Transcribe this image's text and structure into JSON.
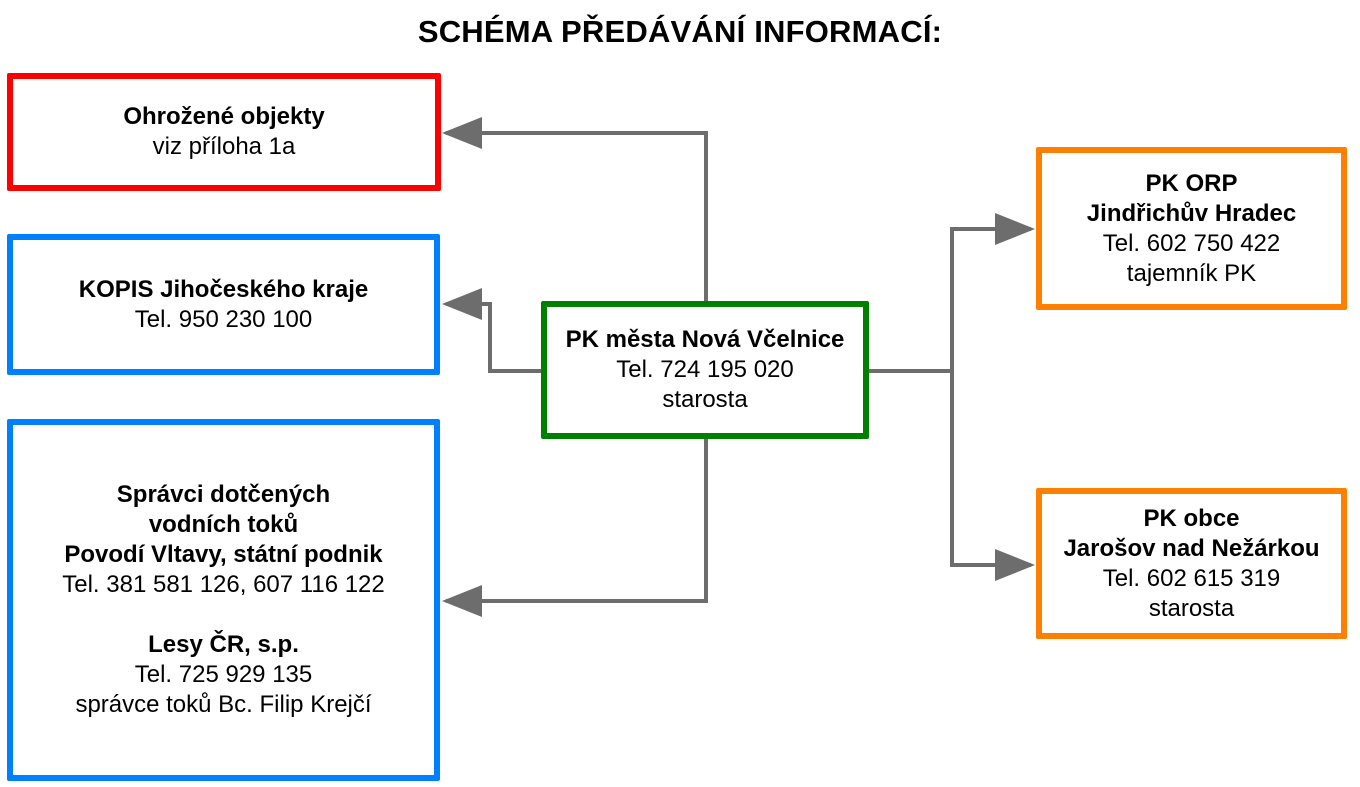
{
  "title": "SCHÉMA PŘEDÁVÁNÍ INFORMACÍ:",
  "colors": {
    "threatened": "#ff0000",
    "agency": "#0080ff",
    "center": "#008000",
    "municipal": "#ff8000",
    "connector": "#6d6d6d"
  },
  "nodes": {
    "center": {
      "name": "PK města Nová Včelnice",
      "phone": "Tel. 724 195 020",
      "role": "starosta"
    },
    "threatened_objects": {
      "name": "Ohrožené objekty",
      "note": "viz příloha 1a"
    },
    "kopis": {
      "name": "KOPIS Jihočeského kraje",
      "phone": "Tel. 950 230 100"
    },
    "water_managers": {
      "heading_line1": "Správci dotčených",
      "heading_line2": "vodních toků",
      "povodi_name": "Povodí Vltavy, státní podnik",
      "povodi_phone": "Tel. 381 581 126, 607 116 122",
      "lesy_name": "Lesy ČR, s.p.",
      "lesy_phone": "Tel. 725 929 135",
      "lesy_contact": "správce toků Bc. Filip Krejčí"
    },
    "orp": {
      "name_line1": "PK ORP",
      "name_line2": "Jindřichův Hradec",
      "phone": "Tel. 602 750 422",
      "role": "tajemník PK"
    },
    "jarosov": {
      "name_line1": "PK obce",
      "name_line2": "Jarošov nad Nežárkou",
      "phone": "Tel. 602 615 319",
      "role": "starosta"
    }
  },
  "edges": [
    {
      "from": "center",
      "to": "threatened_objects"
    },
    {
      "from": "center",
      "to": "kopis"
    },
    {
      "from": "center",
      "to": "water_managers"
    },
    {
      "from": "center",
      "to": "orp"
    },
    {
      "from": "center",
      "to": "jarosov"
    }
  ]
}
